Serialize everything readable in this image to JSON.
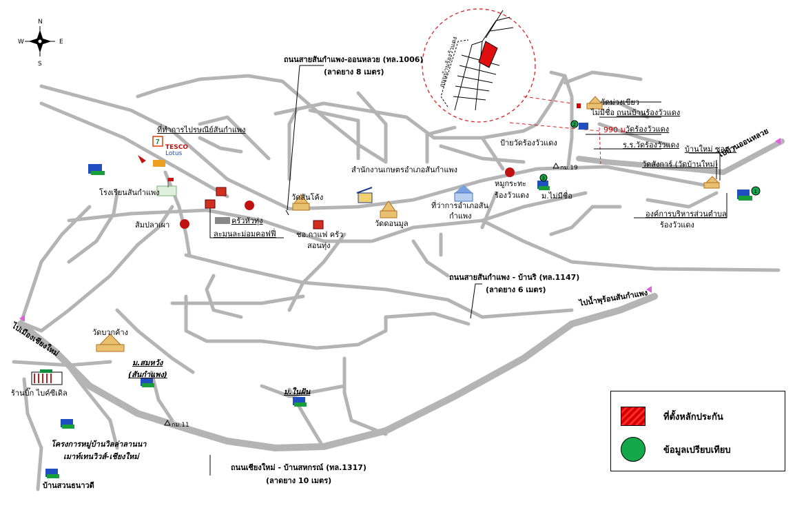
{
  "compass": {
    "n": "N",
    "s": "S",
    "e": "E",
    "w": "W"
  },
  "roads": {
    "r1006_name": "ถนนสายสันกำแพง-ออนหลวย (ทล.1006)",
    "r1006_width": "(ลาดยาง 8 เมตร)",
    "r1147_name": "ถนนสายสันกำแพง - บ้านริ (ทล.1147)",
    "r1147_width": "(ลาดยาง 6 เมตร)",
    "r1317_name": "ถนนเชียงใหม่ - บ้านสหกรณ์ (ทล.1317)",
    "r1317_width": "(ลาดยาง 10 เมตร)"
  },
  "directions": {
    "to_onluay": "ไปบ้านออนหลวย",
    "to_hotspring": "ไปน้ำพุร้อนสันกำแพง",
    "to_chiangmai": "ไปเมืองเชียงใหม่"
  },
  "places": {
    "post_office": "ที่ทำการไปรษณีย์สันกำแพง",
    "tesco1": "TESCO",
    "tesco2": "Lotus",
    "school": "โรงเรียนสันกำแพง",
    "sompla": "ส้มปลาเผา",
    "krua_hua_thung": "ครัวหัวทุ่ง",
    "coffee": "ละมุนละม่อมคอฟฟี่",
    "wat_tonkueng": "วัดสันโค้ง",
    "cafe1": "ชอ.กาแฟ ครัว",
    "cafe2": "สอนทุ่ง",
    "agri": "สำนักงานเกษตรอำเภอสันกำแพง",
    "wat_donmoon": "วัดดอนมูล",
    "district1": "ที่ว่าการอำเภอสัน",
    "district2": "กำแพง",
    "moo_krathae1": "หมูกระทะ",
    "moo_krathae2": "ร้องวัวแดง",
    "mai_mee_sue": "ม.ไม่มีชื่อ",
    "km19": "กม.19",
    "wat_muang_kiaw": "วัดม่วงเขียว",
    "ban_mai_mee_sue": "ไม่มีชื่อ",
    "rong_road": "ถนนบ้านร้องวัวแดง",
    "wat_rong": "วัดร้องวัวแดง",
    "school_rong": "ร.ร.วัดร้องวัวแดง",
    "bus_stop": "ป้ายวัดร้องวัวแดง",
    "distance": "990 ม.",
    "ban_mai_soi": "บ้านใหม่ ซอย 1",
    "wat_sangka": "วัดสังการ์ (วัดบ้านใหม่)",
    "sao1": "องค์การบริหารส่วนตำบล",
    "sao2": "ร้องวัวแดง",
    "wat_bokkang": "วัดบวกค้าง",
    "somwang1": "ม.สมหวัง",
    "somwang2": "(สันกำแพง)",
    "bigc": "ร้านบิ๊ก ไบค์ซีเดิล",
    "nai_fun": "ม.ในฝัน",
    "km11": "กม.11",
    "villa1": "โครงการหมู่บ้านวิลล่าลานนา",
    "villa2": "เมาท์เทนวิวส์-เชียงใหม่",
    "suan_tanawadi": "บ้านสวนธนาวดี",
    "inset_road": "ถนนบ้านร้องวัวแดง"
  },
  "legend": {
    "collateral": "ที่ตั้งหลักประกัน",
    "comparison": "ข้อมูลเปรียบเทียบ"
  },
  "colors": {
    "road": "#b4b4b4",
    "collateral": "#e01010",
    "comparison": "#14a84a",
    "inset_border": "#d82020"
  },
  "comparison_numbers": [
    "1",
    "2",
    "3"
  ]
}
